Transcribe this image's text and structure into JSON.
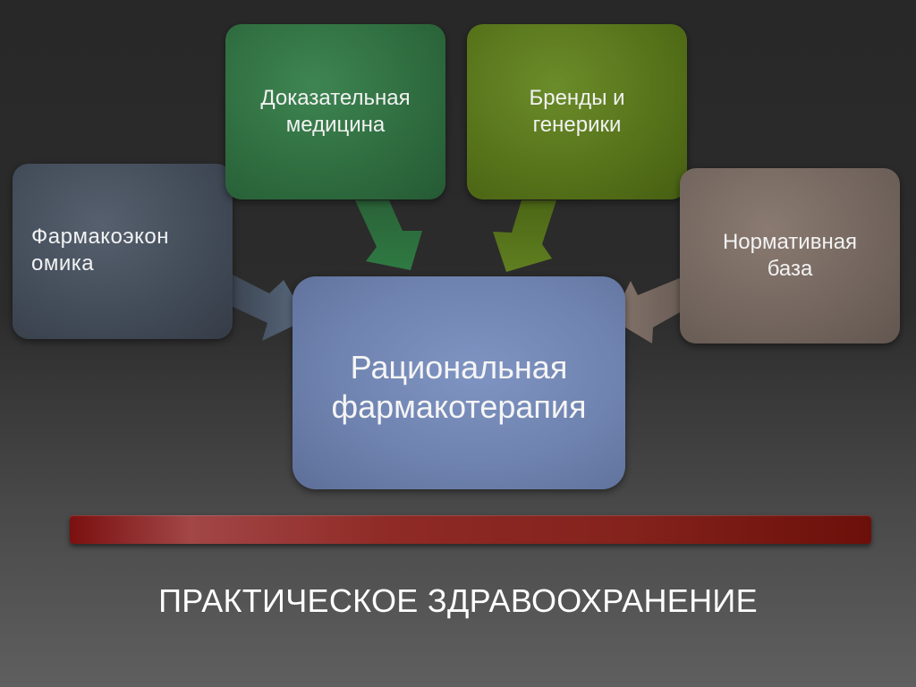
{
  "diagram": {
    "center": {
      "line1": "Рациональная",
      "line2": "фармакотерапия"
    },
    "nodes": {
      "pharmacoeconomics": {
        "line1": "Фармакоэкон",
        "line2": "омика",
        "color": "#414a57"
      },
      "evidence_medicine": {
        "line1": "Доказательная",
        "line2": "медицина",
        "color": "#2e6b3e"
      },
      "brands_generics": {
        "line1": "Бренды и",
        "line2": "генерики",
        "color": "#557119"
      },
      "regulatory_base": {
        "line1": "Нормативная",
        "line2": "база",
        "color": "#72655d"
      }
    },
    "center_color": "#6f83b0",
    "bar_color": "#8f2a26"
  },
  "footer": {
    "caption": "ПРАКТИЧЕСКОЕ ЗДРАВООХРАНЕНИЕ"
  }
}
